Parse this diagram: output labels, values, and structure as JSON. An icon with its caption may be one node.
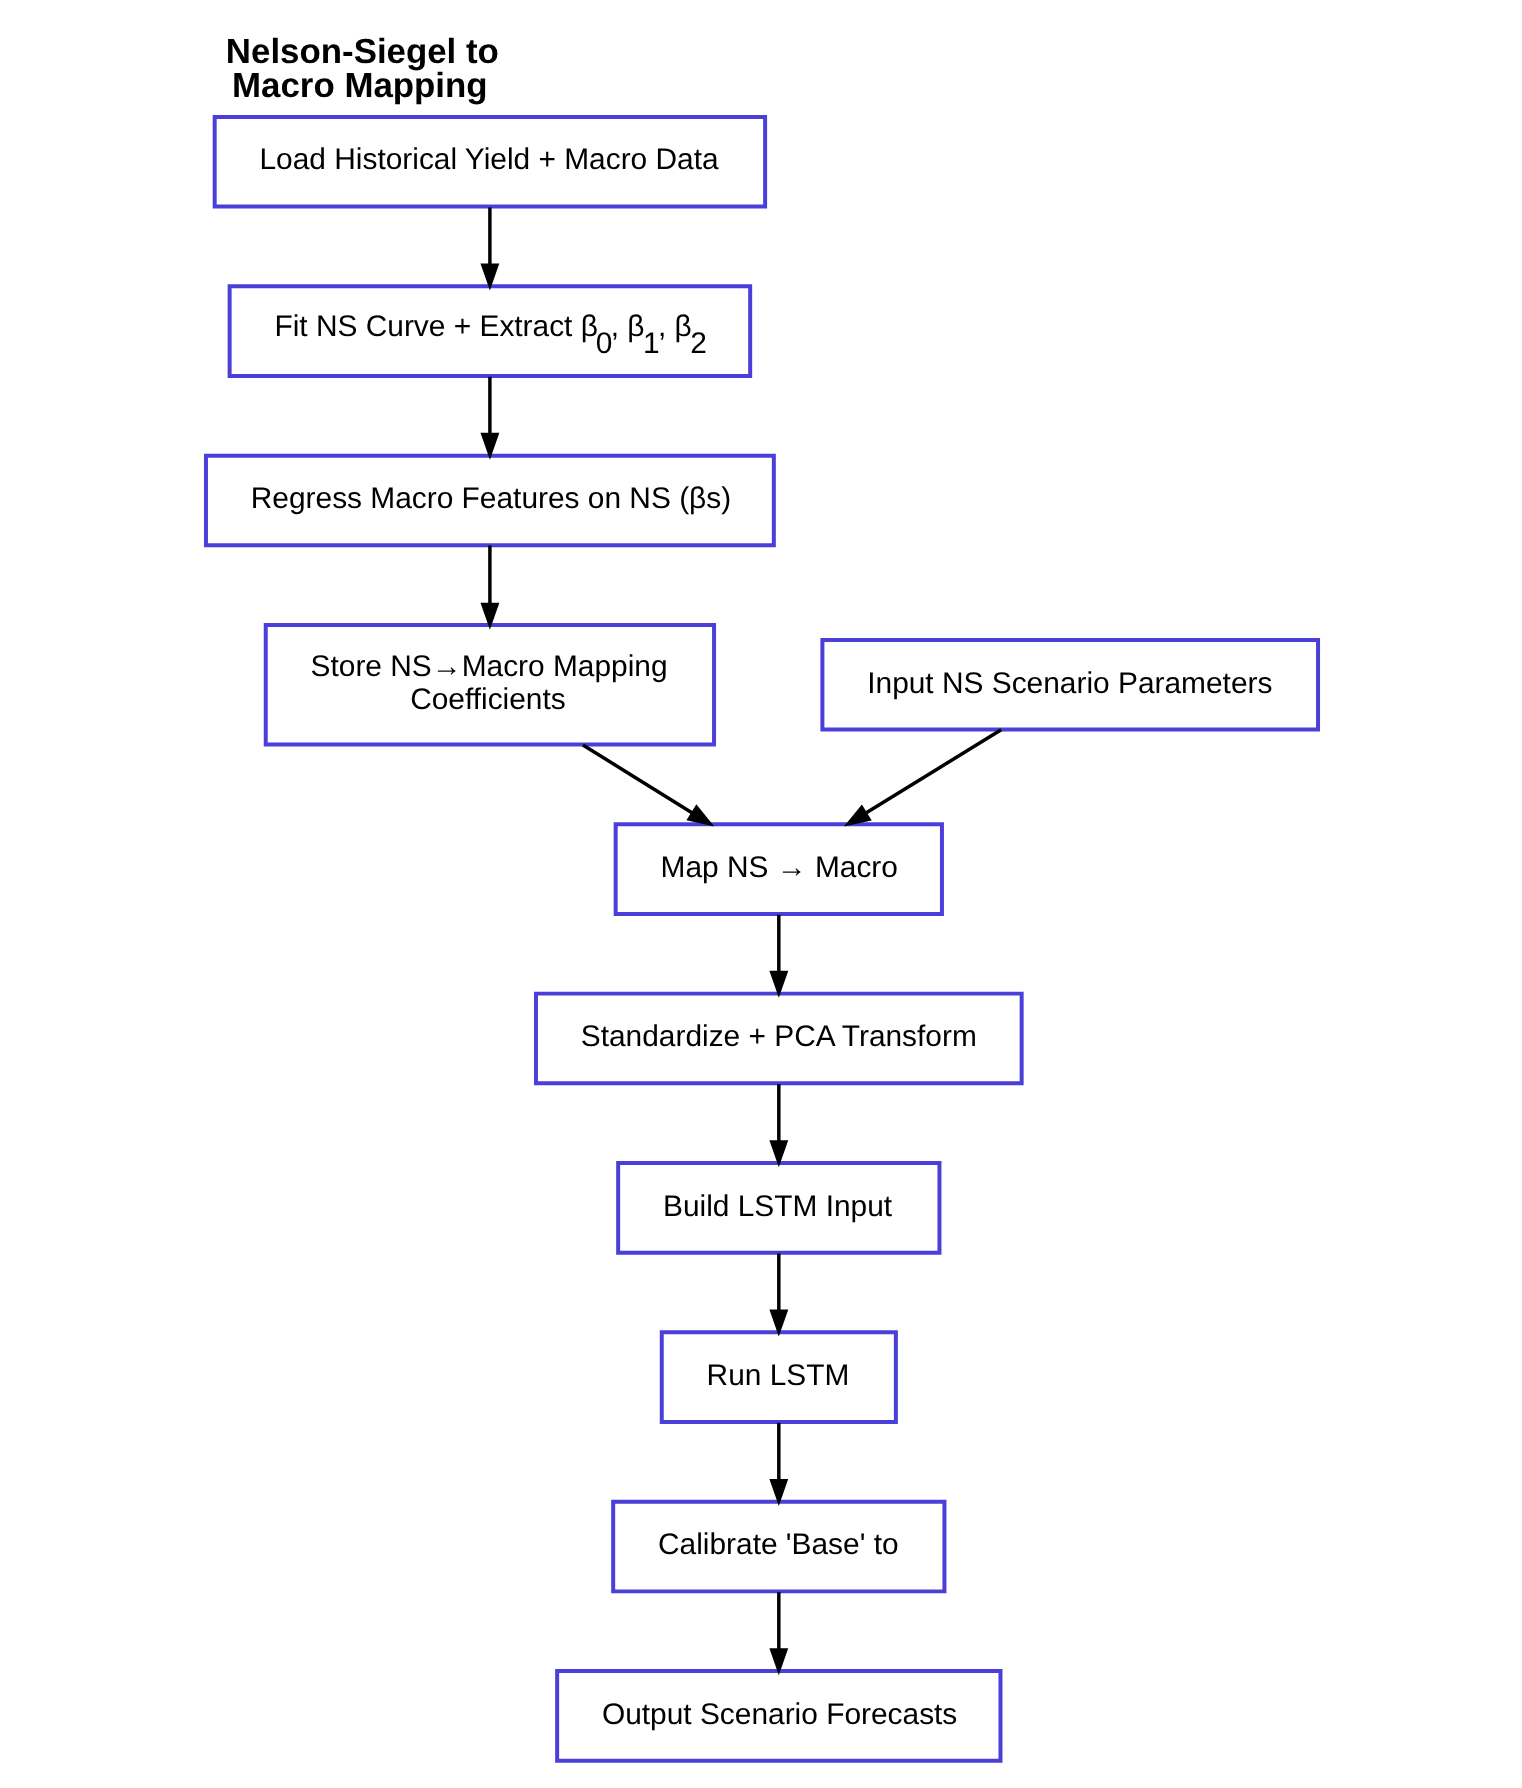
{
  "diagram": {
    "title": "Nelson-Siegel to Macro Mapping",
    "nodes": [
      {
        "text": [
          "Load Historical Yield + Macro Data"
        ]
      },
      {
        "text": [
          "Fit NS Curve + Extract β$_{0}$, β$_{1}$, β$_{2}$"
        ]
      },
      {
        "text": [
          "Regress Macro Features on NS (βs)"
        ]
      },
      {
        "text": [
          "Store NS→Macro Mapping Coefficients"
        ]
      },
      {
        "text": [
          "Input NS Scenario Parameters"
        ]
      },
      {
        "text": [
          "Map NS → Macro"
        ]
      },
      {
        "text": [
          "Standardize + PCA Transform"
        ]
      },
      {
        "text": [
          "Build LSTM Input"
        ]
      },
      {
        "text": [
          "Run LSTM"
        ]
      },
      {
        "text": [
          "Calibrate 'Base' to"
        ]
      },
      {
        "text": [
          "Output Scenario Forecasts"
        ]
      }
    ],
    "edges": [
      {
        "from": 0,
        "to": 1,
        "arrow": "to"
      },
      {
        "from": 1,
        "to": 2,
        "arrow": "to"
      },
      {
        "from": 2,
        "to": 3,
        "arrow": "to"
      },
      {
        "from": 3,
        "to": 5,
        "arrow": "to"
      },
      {
        "from": 4,
        "to": 5,
        "arrow": "to"
      },
      {
        "from": 5,
        "to": 6,
        "arrow": "to"
      },
      {
        "from": 6,
        "to": 7,
        "arrow": "to"
      },
      {
        "from": 7,
        "to": 8,
        "arrow": "to"
      },
      {
        "from": 8,
        "to": 9,
        "arrow": "to"
      },
      {
        "from": 9,
        "to": 10,
        "arrow": "to"
      }
    ]
  }
}
